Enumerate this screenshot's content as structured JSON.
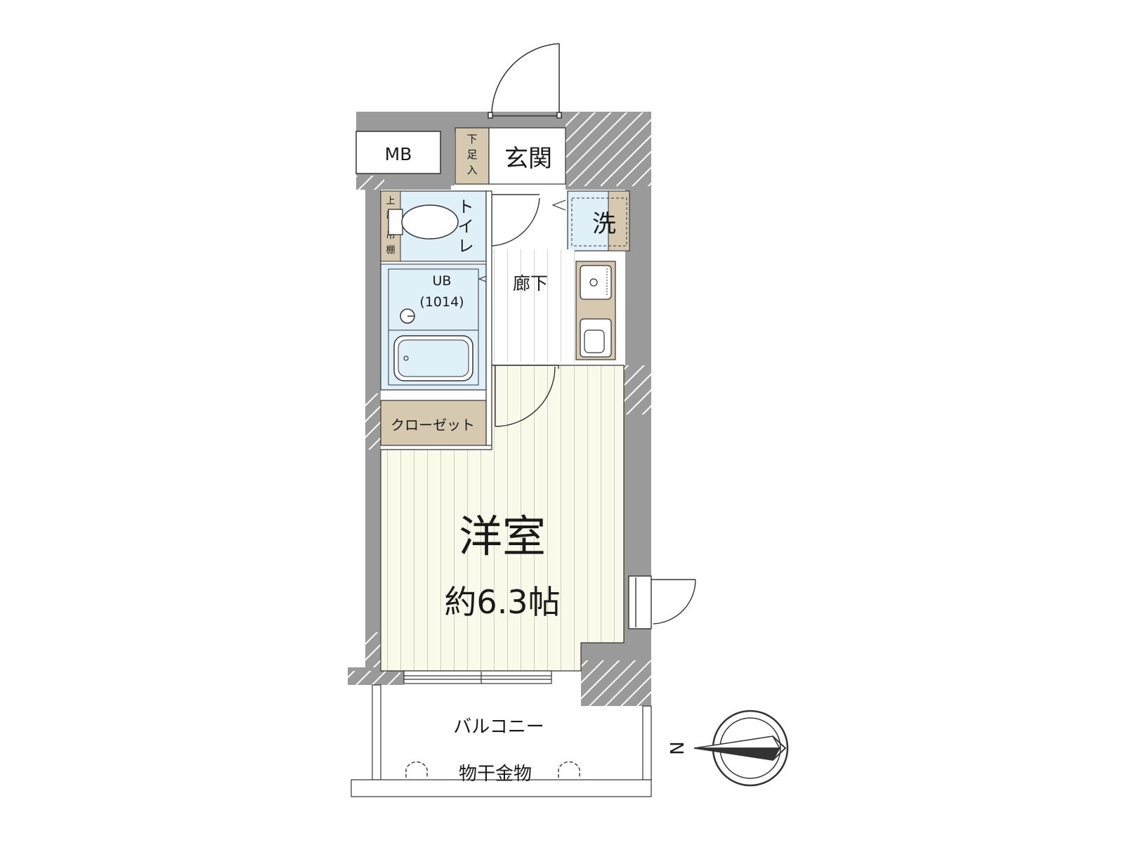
{
  "rooms": {
    "mb": "MB",
    "shoe_box": [
      "下",
      "足",
      "入"
    ],
    "entrance": "玄関",
    "toilet": [
      "ト",
      "イ",
      "レ"
    ],
    "upper_shelf": [
      "上",
      "部",
      "吊",
      "棚"
    ],
    "laundry": "洗",
    "corridor": "廊下",
    "bath_name": "UB",
    "bath_size": "(1014)",
    "closet": "クローゼット",
    "western_room": "洋室",
    "western_room_size": "約6.3帖",
    "balcony": "バルコニー",
    "drying_hardware": "物干金物"
  },
  "compass": {
    "north": "N"
  },
  "colors": {
    "wall": "#9a9a9a",
    "wet_area": "#dff0f8",
    "storage": "#d6c9b0",
    "floor": "#fafaeb",
    "line": "#333333"
  }
}
